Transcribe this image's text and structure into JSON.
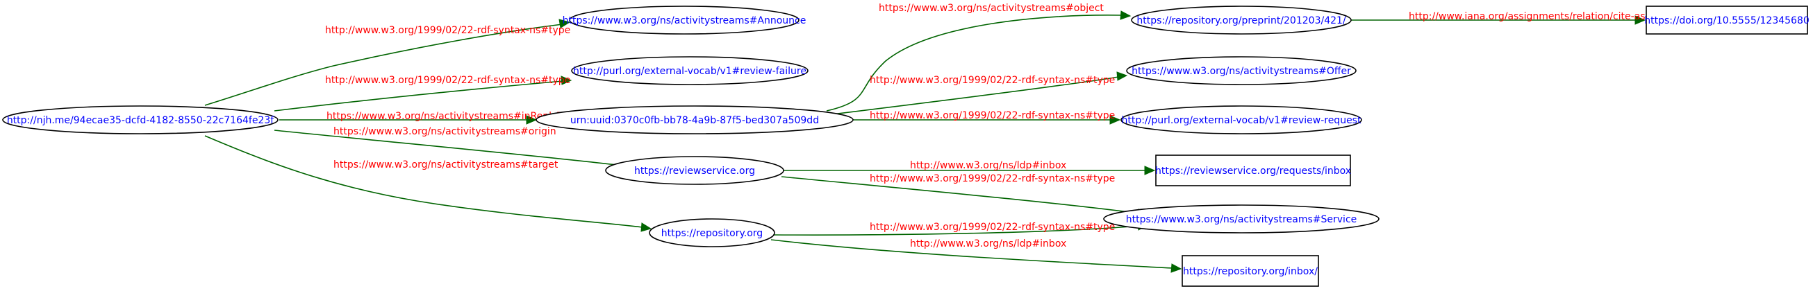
{
  "nodes": {
    "root": "http://njh.me/94ecae35-dcfd-4182-8550-22c7164fe23f",
    "announce": "https://www.w3.org/ns/activitystreams#Announce",
    "review_failure": "http://purl.org/external-vocab/v1#review-failure",
    "urn": "urn:uuid:0370c0fb-bb78-4a9b-87f5-bed307a509dd",
    "reviewservice": "https://reviewservice.org",
    "repository": "https://repository.org",
    "preprint": "https://repository.org/preprint/201203/421/",
    "doi": "https://doi.org/10.5555/12345680",
    "offer": "https://www.w3.org/ns/activitystreams#Offer",
    "review_request": "http://purl.org/external-vocab/v1#review-request",
    "requests_inbox": "https://reviewservice.org/requests/inbox",
    "service": "https://www.w3.org/ns/activitystreams#Service",
    "repo_inbox": "https://repository.org/inbox/"
  },
  "edges": {
    "root_announce": "http://www.w3.org/1999/02/22-rdf-syntax-ns#type",
    "root_review_failure": "http://www.w3.org/1999/02/22-rdf-syntax-ns#type",
    "root_urn": "https://www.w3.org/ns/activitystreams#inReplyTo",
    "root_reviewservice": "https://www.w3.org/ns/activitystreams#origin",
    "root_repository": "https://www.w3.org/ns/activitystreams#target",
    "urn_preprint": "https://www.w3.org/ns/activitystreams#object",
    "urn_offer": "http://www.w3.org/1999/02/22-rdf-syntax-ns#type",
    "urn_review_request": "http://www.w3.org/1999/02/22-rdf-syntax-ns#type",
    "preprint_doi": "http://www.iana.org/assignments/relation/cite-as",
    "reviewservice_requests_inbox": "http://www.w3.org/ns/ldp#inbox",
    "reviewservice_service": "http://www.w3.org/1999/02/22-rdf-syntax-ns#type",
    "repository_service": "http://www.w3.org/1999/02/22-rdf-syntax-ns#type",
    "repository_repo_inbox": "http://www.w3.org/ns/ldp#inbox"
  },
  "colors": {
    "node_text": "#0000ff",
    "edge_text": "#ff0000",
    "edge_line": "#006400",
    "node_border": "#000000"
  }
}
